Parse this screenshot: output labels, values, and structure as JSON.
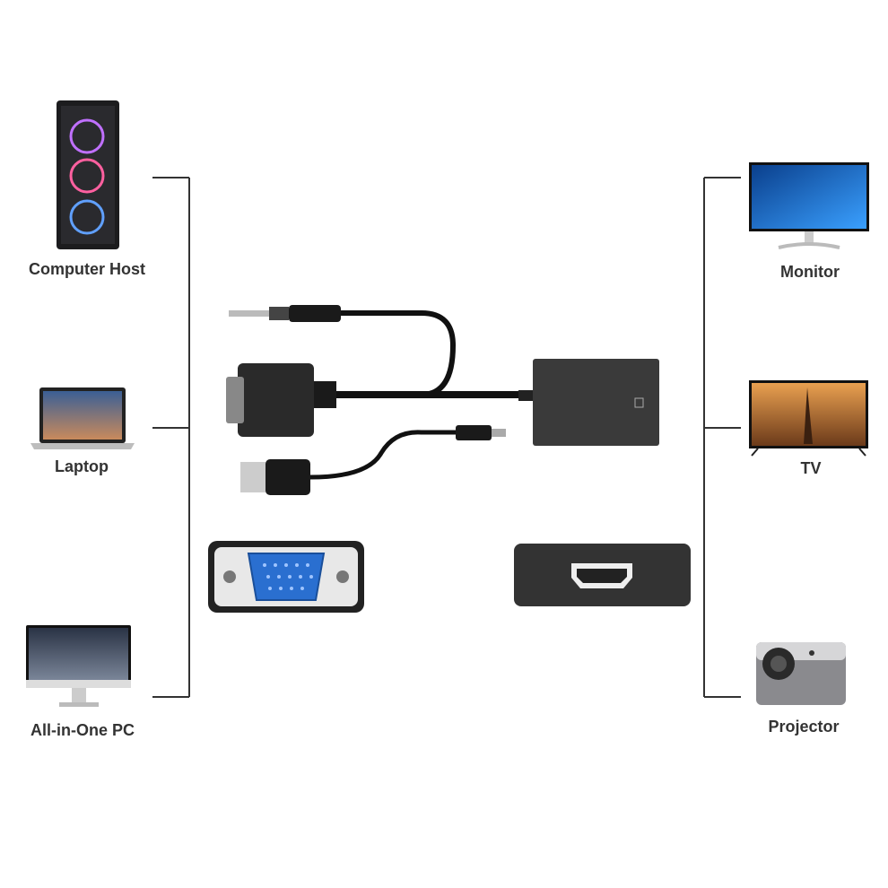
{
  "sources": [
    {
      "label": "Computer Host",
      "icon": "tower-pc-icon"
    },
    {
      "label": "Laptop",
      "icon": "laptop-icon"
    },
    {
      "label": "All-in-One PC",
      "icon": "all-in-one-pc-icon"
    }
  ],
  "displays": [
    {
      "label": "Monitor",
      "icon": "monitor-icon"
    },
    {
      "label": "TV",
      "icon": "tv-icon"
    },
    {
      "label": "Projector",
      "icon": "projector-icon"
    }
  ],
  "colors": {
    "line": "#333333",
    "cable": "#111111",
    "vga_blue": "#2a6fd0",
    "adapter": "#3a3a3a"
  }
}
